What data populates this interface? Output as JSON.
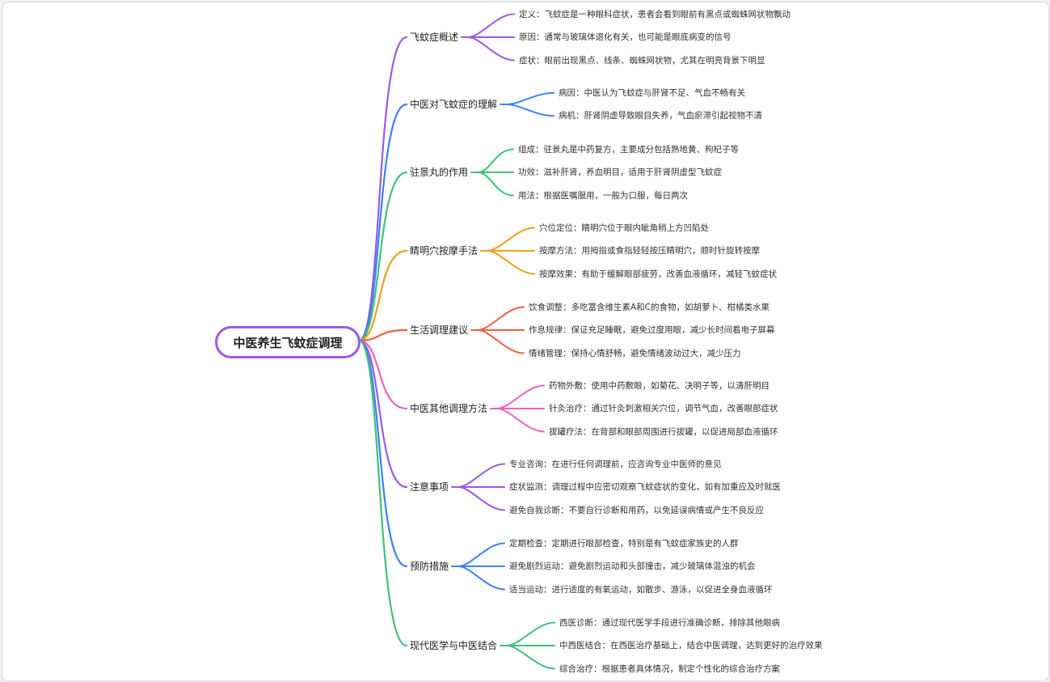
{
  "root": {
    "label": "中医养生飞蚊症调理",
    "color": "#9b59e8"
  },
  "branches": [
    {
      "label": "飞蚊症概述",
      "color": "#9b59e8",
      "children": [
        "定义：飞蚊症是一种眼科症状，患者会看到眼前有黑点或蜘蛛网状物飘动",
        "原因：通常与玻璃体退化有关，也可能是眼底病变的信号",
        "症状：眼前出现黑点、线条、蜘蛛网状物，尤其在明亮背景下明显"
      ]
    },
    {
      "label": "中医对飞蚊症的理解",
      "color": "#3b82f6",
      "children": [
        "病因：中医认为飞蚊症与肝肾不足、气血不畅有关",
        "病机：肝肾阴虚导致眼目失养，气血瘀滞引起视物不清"
      ]
    },
    {
      "label": "驻景丸的作用",
      "color": "#3fc27a",
      "children": [
        "组成：驻景丸是中药复方，主要成分包括熟地黄、枸杞子等",
        "功效：滋补肝肾，养血明目，适用于肝肾阴虚型飞蚊症",
        "用法：根据医嘱服用，一般为口服，每日两次"
      ]
    },
    {
      "label": "睛明穴按摩手法",
      "color": "#f0a020",
      "children": [
        "穴位定位：睛明穴位于眼内眦角稍上方凹陷处",
        "按摩方法：用拇指或食指轻轻按压睛明穴，顺时针旋转按摩",
        "按摩效果：有助于缓解眼部疲劳，改善血液循环，减轻飞蚊症状"
      ]
    },
    {
      "label": "生活调理建议",
      "color": "#f06040",
      "children": [
        "饮食调整：多吃富含维生素A和C的食物，如胡萝卜、柑橘类水果",
        "作息规律：保证充足睡眠，避免过度用眼，减少长时间看电子屏幕",
        "情绪管理：保持心情舒畅，避免情绪波动过大，减少压力"
      ]
    },
    {
      "label": "中医其他调理方法",
      "color": "#f060c0",
      "children": [
        "药物外敷：使用中药敷眼，如菊花、决明子等，以清肝明目",
        "针灸治疗：通过针灸刺激相关穴位，调节气血，改善眼部症状",
        "拔罐疗法：在背部和眼部周围进行拔罐，以促进局部血液循环"
      ]
    },
    {
      "label": "注意事项",
      "color": "#9b59e8",
      "children": [
        "专业咨询：在进行任何调理前，应咨询专业中医师的意见",
        "症状监测：调理过程中应密切观察飞蚊症状的变化，如有加重应及时就医",
        "避免自我诊断：不要自行诊断和用药，以免延误病情或产生不良反应"
      ]
    },
    {
      "label": "预防措施",
      "color": "#3b82f6",
      "children": [
        "定期检查：定期进行眼部检查，特别是有飞蚊症家族史的人群",
        "避免剧烈运动：避免剧烈运动和头部撞击，减少玻璃体混浊的机会",
        "适当运动：进行适度的有氧运动，如散步、游泳，以促进全身血液循环"
      ]
    },
    {
      "label": "现代医学与中医结合",
      "color": "#3fc27a",
      "children": [
        "西医诊断：通过现代医学手段进行准确诊断，排除其他眼病",
        "中西医结合：在西医治疗基础上，结合中医调理，达到更好的治疗效果",
        "综合治疗：根据患者具体情况，制定个性化的综合治疗方案"
      ]
    }
  ]
}
